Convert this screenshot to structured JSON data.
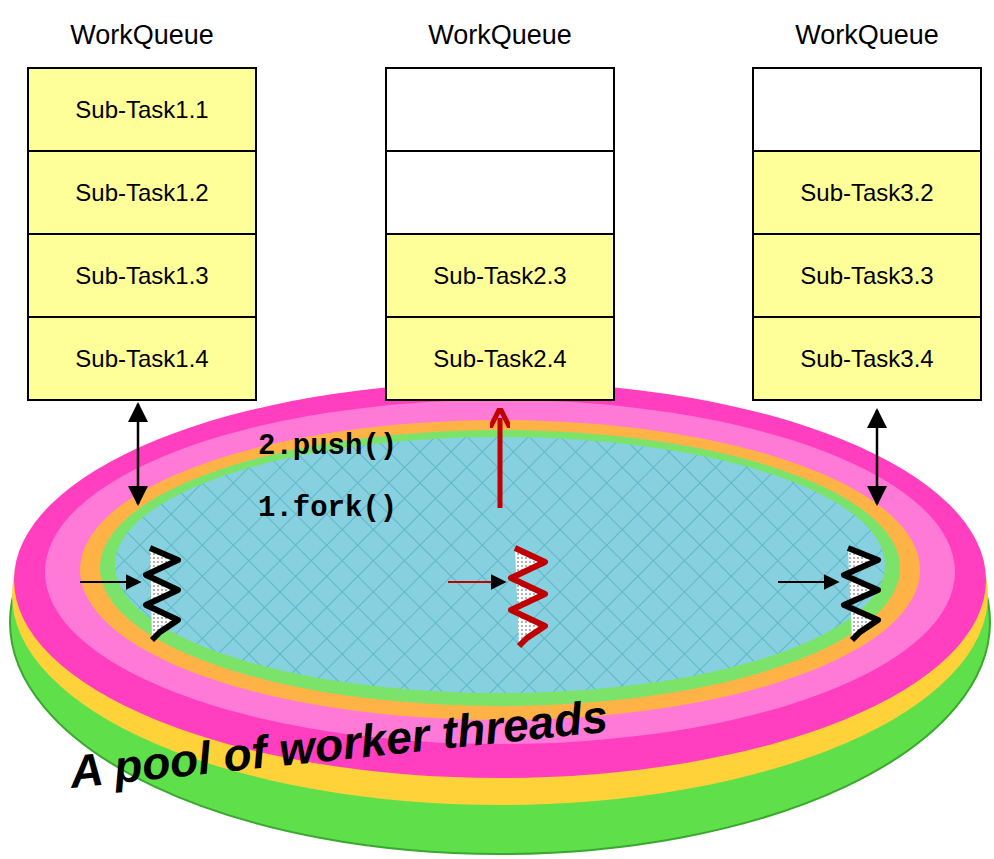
{
  "diagram": {
    "nodes": [
      {
        "text": [
          "WorkQueue"
        ]
      },
      {
        "text": [
          "Sub-Task1.1"
        ],
        "in": 0
      },
      {
        "text": [
          "Sub-Task1.2"
        ],
        "in": 0
      },
      {
        "text": [
          "Sub-Task1.3"
        ],
        "in": 0
      },
      {
        "text": [
          "Sub-Task1.4"
        ],
        "in": 0
      },
      {
        "text": [
          "WorkQueue"
        ]
      },
      {
        "text": [
          "Sub-Task2.3"
        ],
        "in": 5
      },
      {
        "text": [
          "Sub-Task2.4"
        ],
        "in": 5
      },
      {
        "text": [
          "WorkQueue"
        ]
      },
      {
        "text": [
          "Sub-Task3.2"
        ],
        "in": 8
      },
      {
        "text": [
          "Sub-Task3.3"
        ],
        "in": 8
      },
      {
        "text": [
          "Sub-Task3.4"
        ],
        "in": 8
      }
    ],
    "labels": [
      "2.push()",
      "1.fork()",
      "A pool of worker threads"
    ]
  }
}
